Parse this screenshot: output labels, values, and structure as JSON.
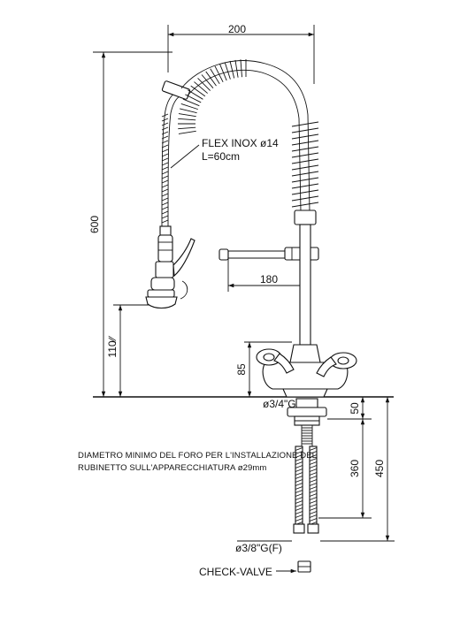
{
  "dimensions": {
    "width_200": "200",
    "height_600": "600",
    "reach_180": "180",
    "height_110": "110∕∕",
    "height_85": "85",
    "depth_50": "50",
    "depth_360": "360",
    "depth_450": "450"
  },
  "labels": {
    "flex_line1": "FLEX INOX ø14",
    "flex_line2": "L=60cm",
    "inlet_thread": "ø3/4\"G",
    "supply_thread": "ø3/8\"G(F)",
    "check_valve": "CHECK-VALVE"
  },
  "note": {
    "line1": "DIAMETRO MINIMO DEL FORO PER L'INSTALLAZIONE DEL",
    "line2": "RUBINETTO SULL'APPARECCHIATURA ø29mm"
  }
}
